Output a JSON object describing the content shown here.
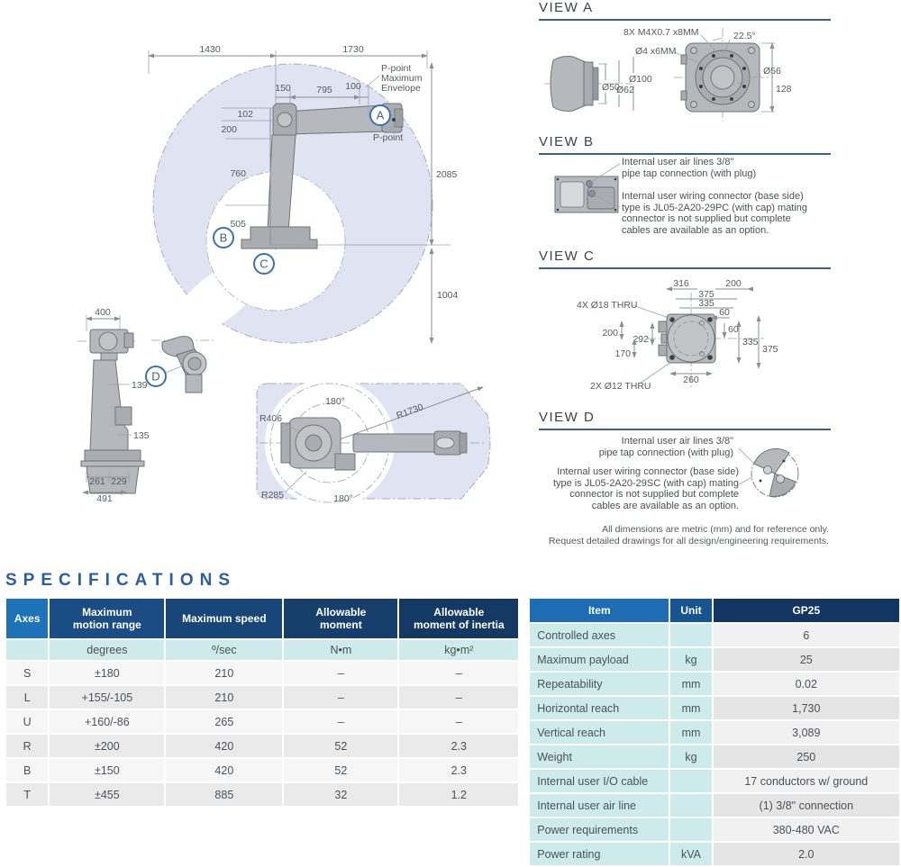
{
  "front_view": {
    "dims": {
      "w_left": "1430",
      "w_right": "1730",
      "h_right": "2085",
      "h_below": "1004",
      "a150": "150",
      "a795": "795",
      "a100": "100",
      "a102": "102",
      "a200": "200",
      "a760": "760",
      "a505": "505"
    },
    "envelope_label_1": "P-point",
    "envelope_label_2": "Maximum",
    "envelope_label_3": "Envelope",
    "p_point": "P-point",
    "marker_a": "A",
    "marker_b": "B",
    "marker_c": "C"
  },
  "side_view": {
    "dims": {
      "d400": "400",
      "d139": "139",
      "d135": "135",
      "d261": "261",
      "d229": "229",
      "d491": "491"
    },
    "marker_d": "D"
  },
  "top_view": {
    "deg_top": "180°",
    "deg_bottom": "180°",
    "r406": "R406",
    "r1730": "R1730",
    "r285": "R285"
  },
  "view_a": {
    "title": "VIEW A",
    "bolt_note": "8X M4X0.7 x8MM",
    "angle": "22.5°",
    "hole_note": "Ø4 x6MM",
    "d100": "Ø100",
    "d50": "Ø50",
    "d62": "Ø62",
    "d56": "Ø56",
    "d128": "128"
  },
  "view_b": {
    "title": "VIEW B",
    "air_note": "Internal user air lines 3/8\"\npipe tap connection (with plug)",
    "wiring_note": "Internal user wiring connector (base side)\ntype is JL05-2A20-29PC (with cap) mating\nconnector is not supplied but complete\ncables are available as an option."
  },
  "view_c": {
    "title": "VIEW C",
    "thru18": "4X Ø18 THRU",
    "thru12": "2X Ø12 THRU",
    "d316": "316",
    "d375t": "375",
    "d335t": "335",
    "d200r": "200",
    "d60a": "60",
    "d60b": "60",
    "d335r": "335",
    "d375r": "375",
    "d200l": "200",
    "d292": "292",
    "d170": "170",
    "d260": "260"
  },
  "view_d": {
    "title": "VIEW D",
    "air_note": "Internal user air lines 3/8\"\npipe tap connection (with plug)",
    "wiring_note": "Internal user wiring connector (base side)\ntype is JL05-2A20-29SC (with cap) mating\nconnector is not supplied but complete\ncables are available as an option."
  },
  "notes": {
    "line1": "All dimensions are metric (mm) and for reference only.",
    "line2": "Request detailed drawings for all design/engineering requirements."
  },
  "specifications": {
    "title": "SPECIFICATIONS",
    "axes_table": {
      "headers": {
        "axes": "Axes",
        "range": "Maximum\nmotion range",
        "speed": "Maximum speed",
        "moment": "Allowable\nmoment",
        "inertia": "Allowable\nmoment of inertia"
      },
      "units": {
        "range": "degrees",
        "speed": "º/sec",
        "moment": "N•m",
        "inertia": "kg•m²"
      },
      "rows": [
        {
          "axis": "S",
          "range": "±180",
          "speed": "210",
          "moment": "–",
          "inertia": "–"
        },
        {
          "axis": "L",
          "range": "+155/-105",
          "speed": "210",
          "moment": "–",
          "inertia": "–"
        },
        {
          "axis": "U",
          "range": "+160/-86",
          "speed": "265",
          "moment": "–",
          "inertia": "–"
        },
        {
          "axis": "R",
          "range": "±200",
          "speed": "420",
          "moment": "52",
          "inertia": "2.3"
        },
        {
          "axis": "B",
          "range": "±150",
          "speed": "420",
          "moment": "52",
          "inertia": "2.3"
        },
        {
          "axis": "T",
          "range": "±455",
          "speed": "885",
          "moment": "32",
          "inertia": "1.2"
        }
      ]
    },
    "item_table": {
      "headers": {
        "item": "Item",
        "unit": "Unit",
        "model": "GP25"
      },
      "rows": [
        {
          "item": "Controlled axes",
          "unit": "",
          "value": "6"
        },
        {
          "item": "Maximum payload",
          "unit": "kg",
          "value": "25"
        },
        {
          "item": "Repeatability",
          "unit": "mm",
          "value": "0.02"
        },
        {
          "item": "Horizontal reach",
          "unit": "mm",
          "value": "1,730"
        },
        {
          "item": "Vertical reach",
          "unit": "mm",
          "value": "3,089"
        },
        {
          "item": "Weight",
          "unit": "kg",
          "value": "250"
        },
        {
          "item": "Internal user I/O cable",
          "unit": "",
          "value": "17 conductors w/ ground"
        },
        {
          "item": "Internal user air line",
          "unit": "",
          "value": "(1) 3/8\" connection"
        },
        {
          "item": "Power requirements",
          "unit": "",
          "value": "380-480 VAC"
        },
        {
          "item": "Power rating",
          "unit": "kVA",
          "value": "2.0"
        }
      ]
    }
  },
  "colors": {
    "accent_blue": "#2b5ca8",
    "envelope_fill": "#dfe3f2",
    "header_blue_light": "#1e72b8",
    "header_navy": "#12365f",
    "teal": "#cdebeb"
  }
}
